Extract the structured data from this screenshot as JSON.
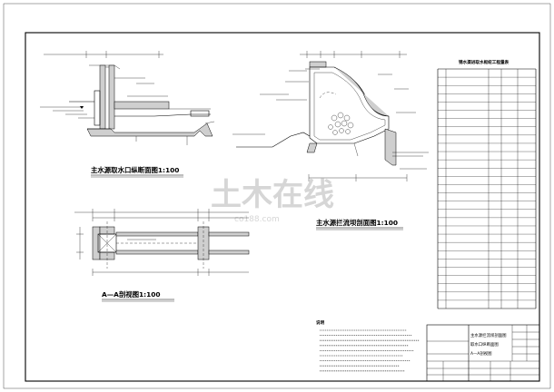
{
  "captions": {
    "longitudinal_section": "主水源取水口纵断面图1:100",
    "dam_cross_section": "主水源拦流坝剖面图1:100",
    "section_aa": "A—A剖视图1:100"
  },
  "quantities_table": {
    "title": "锦水渠进取水枢纽工程量表",
    "row_count": 28
  },
  "notes": {
    "heading": "说明"
  },
  "title_block": {
    "drawing_title_lines": [
      "主水源拦流坝剖面图",
      "取水口纵断面图",
      "A—A剖视图"
    ]
  },
  "watermark": {
    "main": "土木在线",
    "sub": "co188.com"
  }
}
